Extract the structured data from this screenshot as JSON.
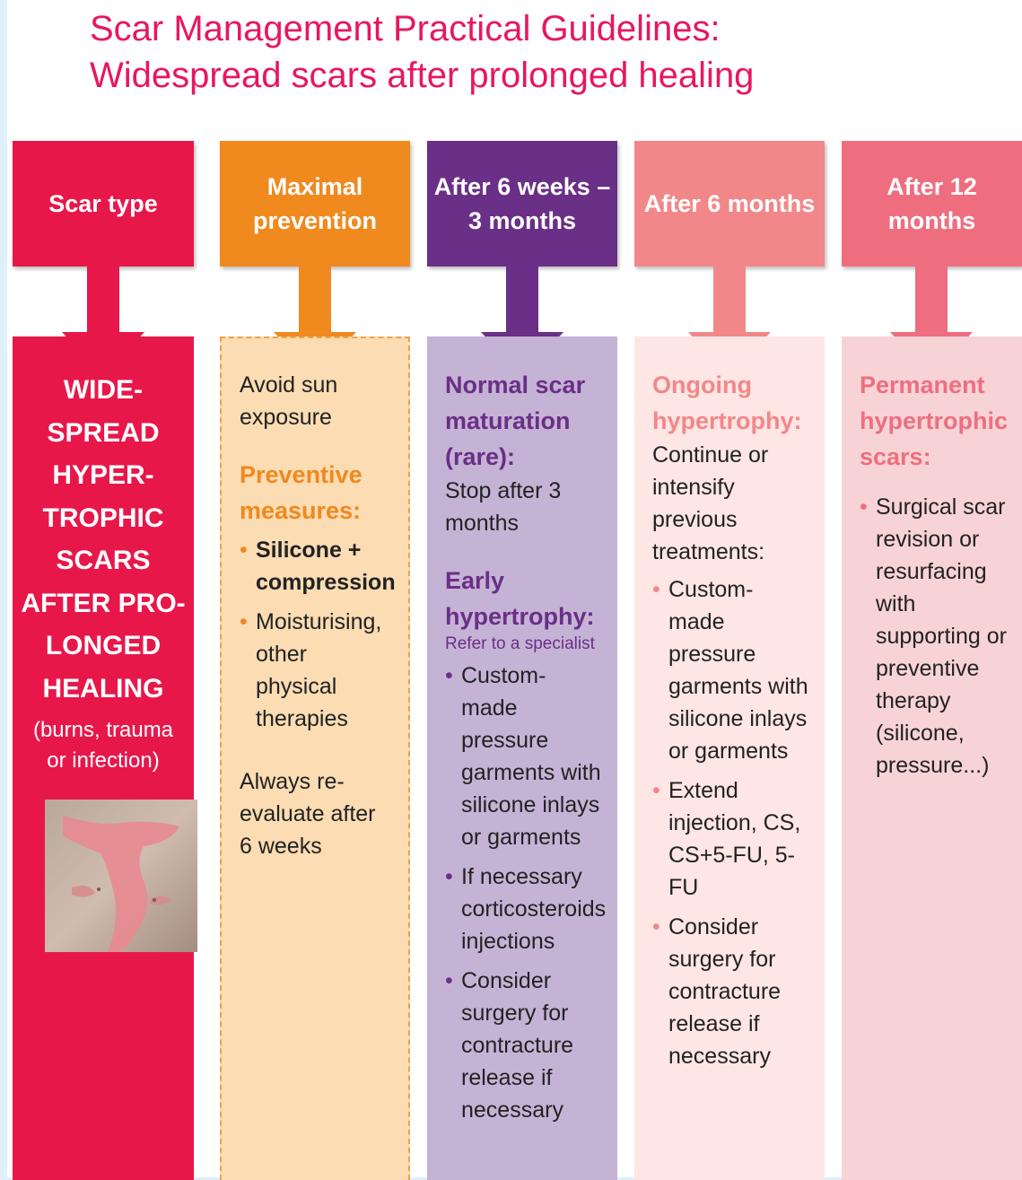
{
  "title": {
    "line1": "Scar Management Practical Guidelines:",
    "line2": "Widespread scars after prolonged healing"
  },
  "colors": {
    "title": "#e8175d",
    "col1": "#e8174a",
    "col2": "#f0891e",
    "col2_body": "#fbdcb3",
    "col3": "#6a2f86",
    "col3_body": "#c5b3d6",
    "col4": "#f2878a",
    "col4_body": "#fde6e3",
    "col5": "#ee6e80",
    "col5_body": "#f8d3d6"
  },
  "columns": [
    {
      "header": "Scar type",
      "scar_label_lines": [
        "WIDE-",
        "SPREAD",
        "HYPER-",
        "TROPHIC",
        "SCARS",
        "AFTER PRO-",
        "LONGED",
        "HEALING"
      ],
      "scar_note": "(burns, trauma or infection)",
      "photo_icon": "scar-photo"
    },
    {
      "header": "Maximal prevention",
      "intro": "Avoid sun exposure",
      "heading": "Preventive measures:",
      "bullets": [
        "Silicone + compression",
        "Moisturising, other physical therapies"
      ],
      "outro": "Always re-evaluate after 6 weeks"
    },
    {
      "header": "After 6 weeks – 3 months",
      "heading1": "Normal scar maturation (rare):",
      "text1": "Stop after 3 months",
      "heading2": "Early hypertrophy:",
      "subnote": "Refer to a specialist",
      "bullets": [
        "Custom-made pressure garments with silicone inlays or garments",
        "If necessary corticosteroids injections",
        "Consider surgery for contracture release if necessary"
      ]
    },
    {
      "header": "After 6 months",
      "heading": "Ongoing hypertrophy:",
      "text": "Continue or intensify previous treatments:",
      "bullets": [
        "Custom-made pressure garments with silicone inlays or garments",
        "Extend injection, CS, CS+5-FU, 5-FU",
        "Consider surgery for contracture release if necessary"
      ]
    },
    {
      "header": "After 12 months",
      "heading": "Permanent hypertrophic scars:",
      "bullets": [
        "Surgical scar revision or resurfacing with supporting or preventive therapy (silicone, pressure...)"
      ]
    }
  ]
}
